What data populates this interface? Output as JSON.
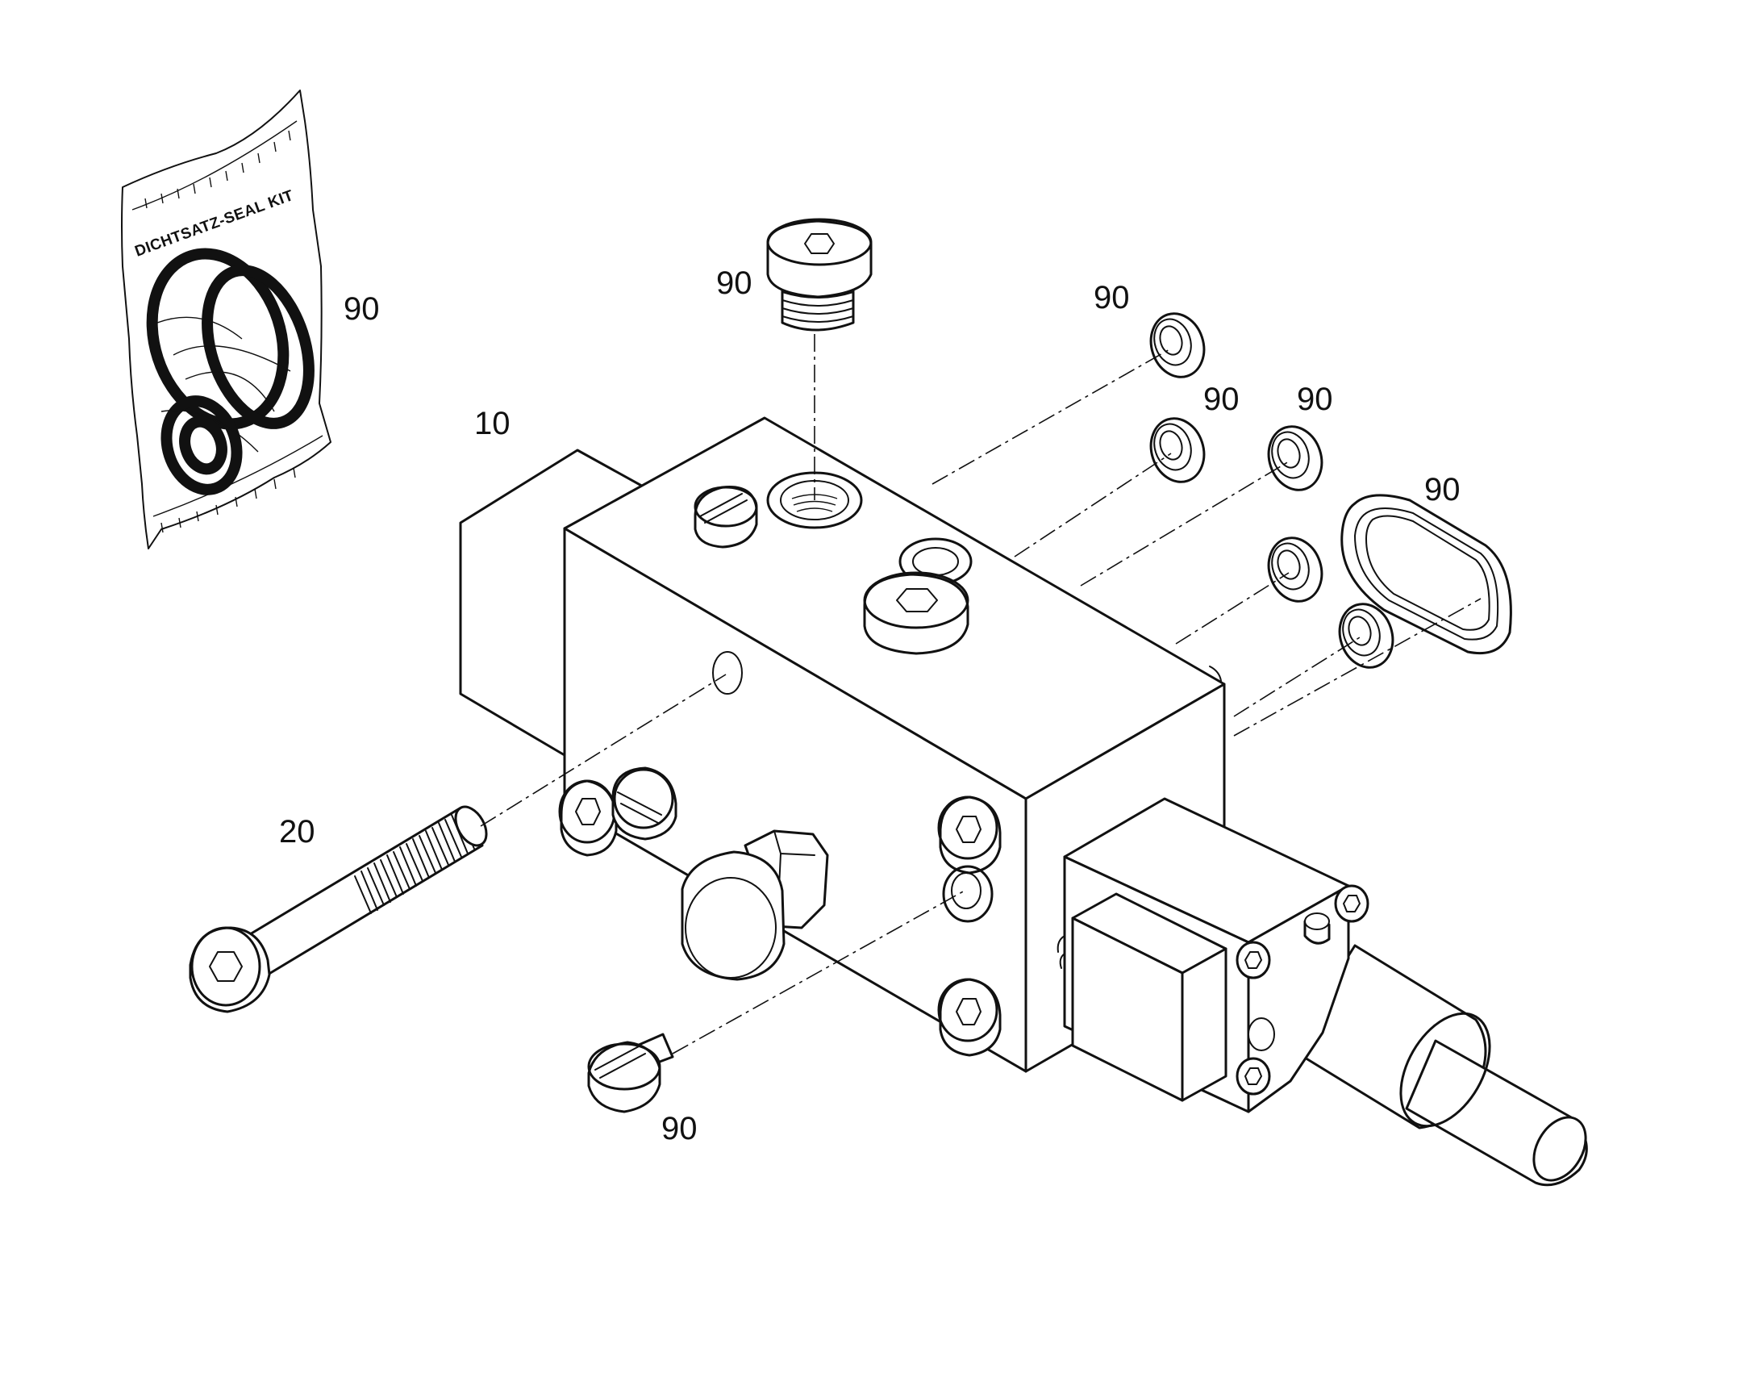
{
  "seal_kit": {
    "bag_text": "DICHTSATZ-SEAL KIT"
  },
  "callouts": {
    "seal_kit": "90",
    "plug_top": "90",
    "ring_top": "90",
    "ring_mid_left": "90",
    "ring_mid_right": "90",
    "oval_seal": "90",
    "valve_body": "10",
    "cap_screw": "20",
    "small_screw": "90"
  }
}
